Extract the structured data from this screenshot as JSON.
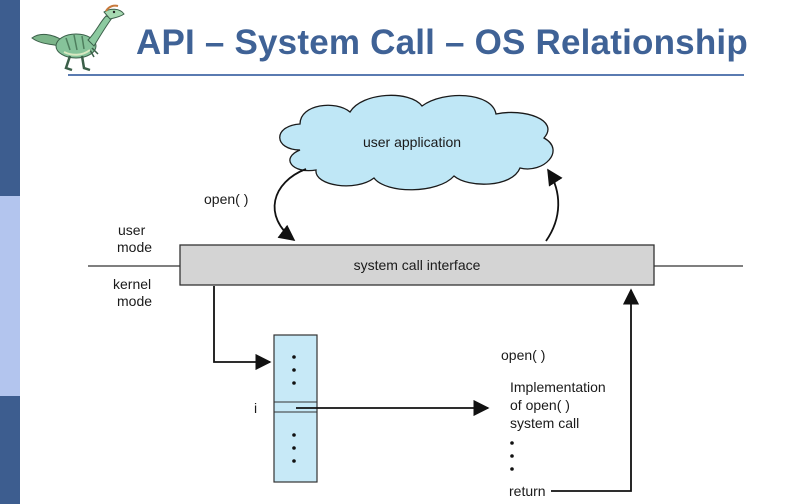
{
  "slide": {
    "title": "API – System Call – OS Relationship",
    "logo_icon": "dinosaur-logo-icon"
  },
  "diagram": {
    "user_application": "user application",
    "open_call_label": "open( )",
    "user_mode": [
      "user",
      "mode"
    ],
    "kernel_mode": [
      "kernel",
      "mode"
    ],
    "system_call_interface": "system call interface",
    "table_index_label": "i",
    "implementation": {
      "heading": "open( )",
      "lines": [
        "Implementation",
        "of open( )",
        "system call"
      ],
      "return_label": "return"
    }
  },
  "colors": {
    "title": "#3f6296",
    "sidebar_dark": "#3d5d8f",
    "sidebar_light": "#b3c5ee",
    "cloud_fill": "#bfe7f6",
    "interface_fill": "#d4d4d4",
    "table_fill": "#c7e9f7"
  }
}
